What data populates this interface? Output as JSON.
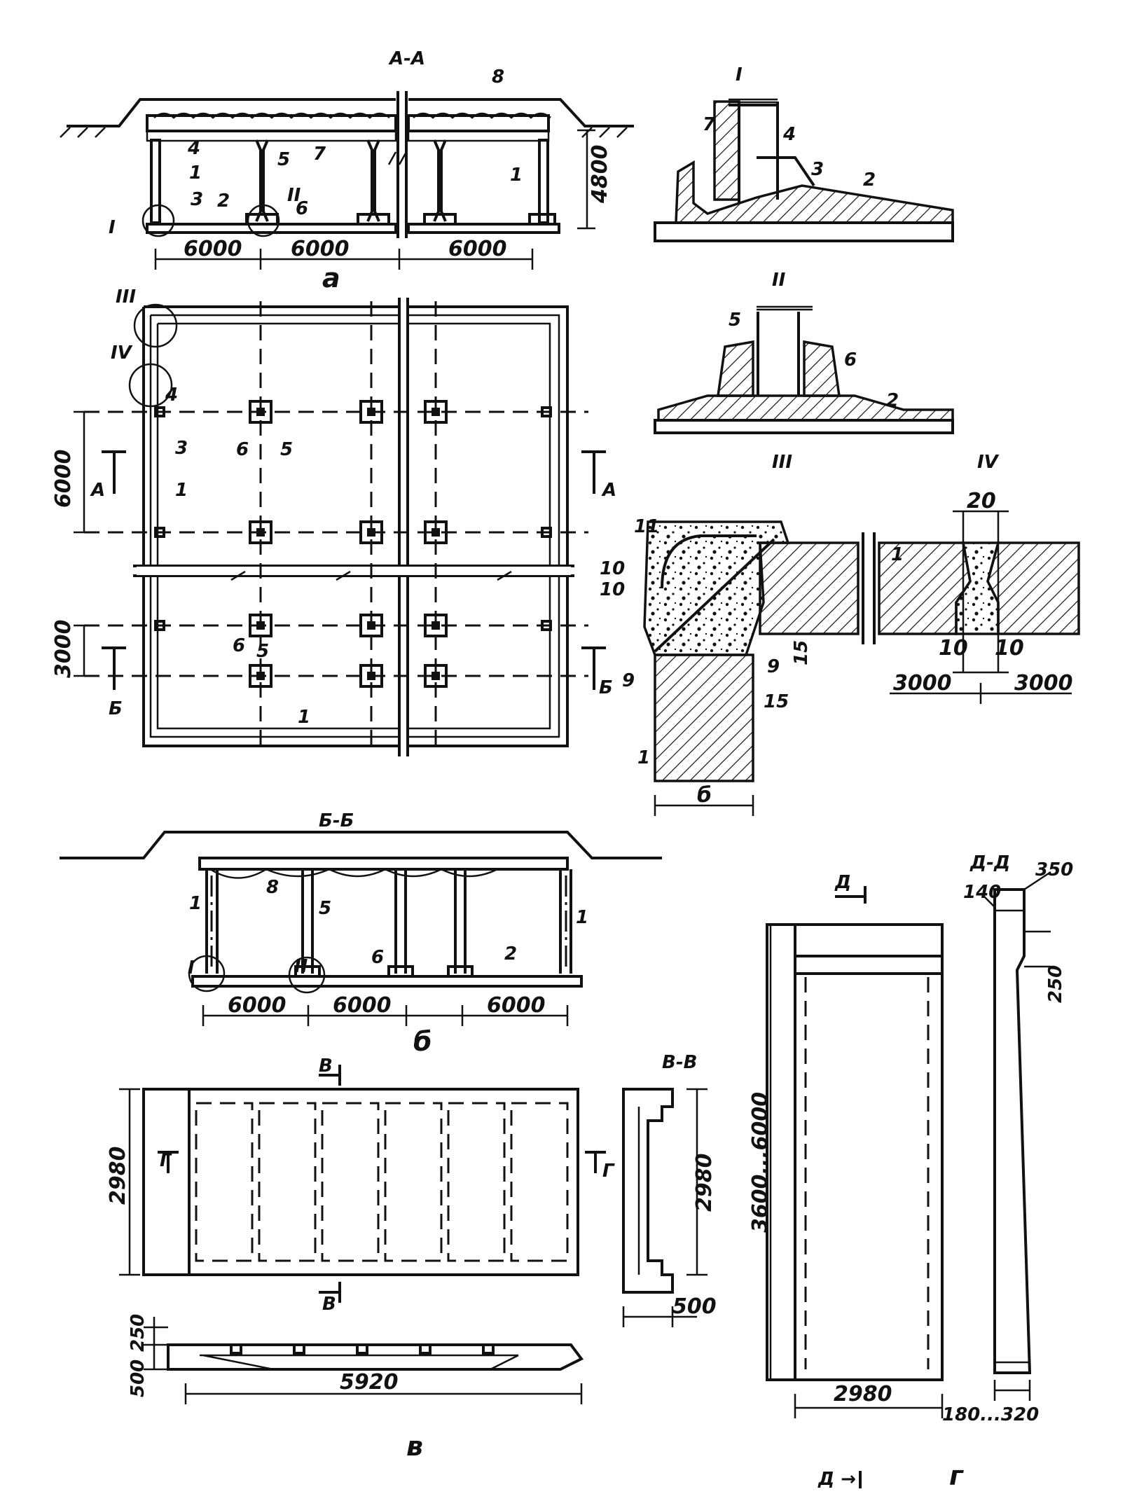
{
  "section_titles": {
    "aa": "А-А",
    "bb": "Б-Б",
    "vv": "В-В",
    "dd": "Д-Д"
  },
  "view_letters": {
    "a": "а",
    "b": "б",
    "v": "в",
    "g": "г"
  },
  "detail_marks": {
    "I": "I",
    "II": "II",
    "III": "III",
    "IV": "IV"
  },
  "cut_marks": {
    "A": "А",
    "B": "Б",
    "V": "В",
    "G": "Г",
    "D": "Д",
    "d_arrow": "Д →"
  },
  "parts": [
    "1",
    "2",
    "3",
    "4",
    "5",
    "6",
    "7",
    "8",
    "9",
    "10",
    "11"
  ],
  "dimensions": {
    "span": "6000",
    "height_aa": "4800",
    "plan_6000": "6000",
    "plan_3000": "3000",
    "joint_20": "20",
    "joint_10": "10",
    "half_3000": "3000",
    "gap_15": "15",
    "wall_b": "б",
    "slab_width": "2980",
    "slab_length": "5920",
    "slab_250": "250",
    "slab_500": "500",
    "vv_2980": "2980",
    "vv_500": "500",
    "panel_height": "3600...6000",
    "panel_width": "2980",
    "dd_350": "350",
    "dd_140": "140",
    "dd_250": "250",
    "dd_thick": "180...320"
  }
}
